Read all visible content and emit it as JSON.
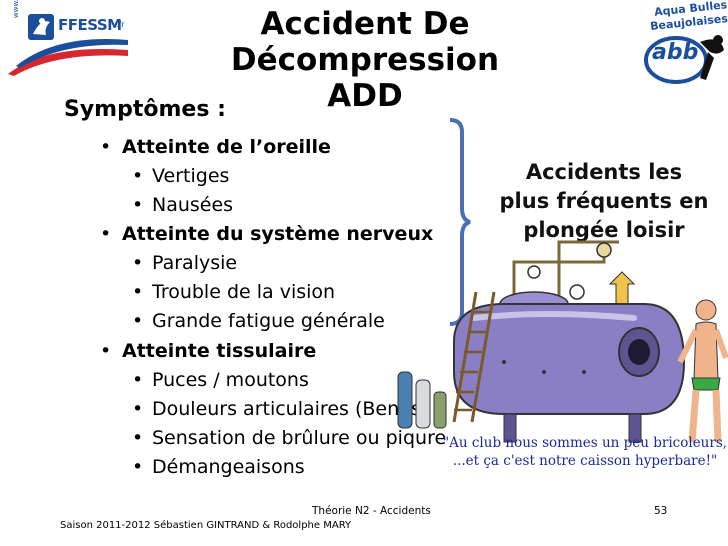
{
  "header": {
    "title_line1": "Accident De Décompression",
    "title_line2": "ADD",
    "logo_left_text": "FFESSM",
    "logo_left_suffix": ".fr",
    "logo_left_url": "www.",
    "logo_right_line1": "Aqua Bulles",
    "logo_right_line2": "Beaujolaises",
    "logo_right_abbr": "abb"
  },
  "content": {
    "heading": "Symptômes :",
    "items": [
      {
        "label": "Atteinte de l’oreille",
        "subitems": [
          "Vertiges",
          "Nausées"
        ]
      },
      {
        "label": "Atteinte du système nerveux",
        "subitems": [
          "Paralysie",
          "Trouble de la vision",
          "Grande fatigue générale"
        ]
      },
      {
        "label": "Atteinte tissulaire",
        "subitems": [
          "Puces / moutons",
          "Douleurs articulaires (Bends)",
          "Sensation de brûlure ou piqure",
          "Démangeaisons"
        ]
      }
    ]
  },
  "side_note": {
    "line1": "Accidents les",
    "line2": "plus fréquents en",
    "line3": "plongée loisir"
  },
  "illustration": {
    "icon": "hyperbaric-chamber-cartoon",
    "quote_line1": "\"Au club nous sommes un peu bricoleurs,",
    "quote_line2": "...et ça c'est notre caisson hyperbare!\""
  },
  "footer": {
    "center": "Théorie N2 - Accidents",
    "page_number": "53",
    "credits": "Saison 2011-2012 Sébastien GINTRAND & Rodolphe MARY"
  },
  "colors": {
    "logo_blue": "#1b4f9c",
    "logo_red": "#d7262e",
    "bracket_blue": "#4a6fb3",
    "quote_blue": "#1a2a9a",
    "chamber_purple": "#8a7fc4"
  }
}
